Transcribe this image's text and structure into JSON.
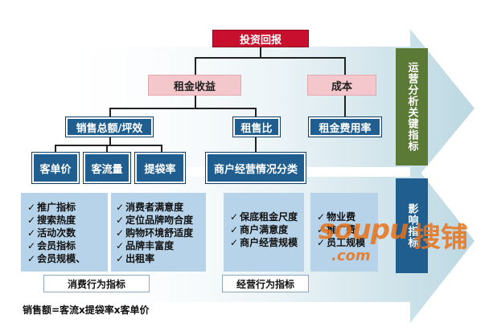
{
  "nodes": {
    "investment_return": "投资回报",
    "rent_income": "租金收益",
    "cost": "成本",
    "sales_per_sqm": "销售总额/坪效",
    "rent_sales_ratio": "租售比",
    "rent_cost_ratio": "租金费用率",
    "avg_ticket": "客单价",
    "traffic": "客流量",
    "bag_rate": "提袋率",
    "tenant_classification": "商户经营情况分类"
  },
  "side_labels": {
    "key_indicators": "运营分析关键指标",
    "influence": "影响指标"
  },
  "lists": {
    "promotion": [
      "推广指标",
      "搜索热度",
      "活动次数",
      "会员指标",
      "会员规模、"
    ],
    "experience": [
      "消费者满意度",
      "定位品牌吻合度",
      "购物环境舒适度",
      "品牌丰富度",
      "出租率"
    ],
    "rent": [
      "保底租金尺度",
      "商户满意度",
      "商户经营规模"
    ],
    "costs": [
      "物业费",
      "推广费",
      "员工规模"
    ]
  },
  "footer_labels": {
    "consumer_behavior": "消费行为指标",
    "business_behavior": "经营行为指标"
  },
  "formula": "销售额=客流x提袋率x客单价",
  "watermark": {
    "latin": "soupu",
    "chinese": "搜铺",
    "domain": ".com"
  },
  "colors": {
    "red": "#c8102e",
    "pink": "#f3c7cb",
    "navy": "#1f5e8f",
    "light_blue": "#b7d3ea",
    "green": "#5a7a35",
    "orange": "#e8731c"
  }
}
